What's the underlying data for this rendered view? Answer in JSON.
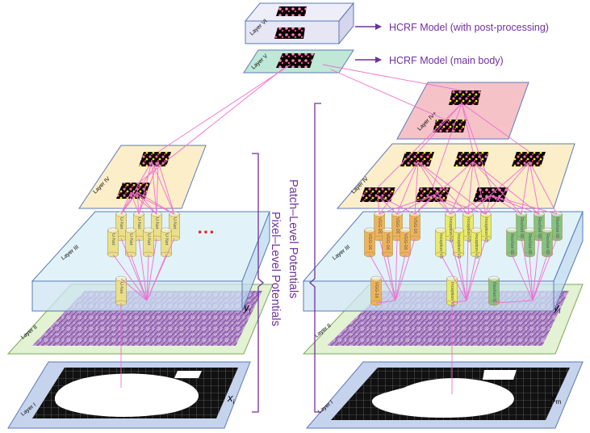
{
  "header": {
    "model_post": "HCRF Model (with post-processing)",
    "model_main": "HCRF Model (main body)"
  },
  "layers": {
    "vi": "Layer VI",
    "v": "Layer V",
    "iv_plus": "Layer IV+",
    "iv": "Layer IV",
    "iii": "Layer III",
    "ii": "Layer II",
    "i": "Layer I"
  },
  "side_labels": {
    "patch": "Patch–Level Potentials",
    "pixel": "Pixel–Level Potentials"
  },
  "variables": {
    "yi": "y",
    "yi_sub": "i",
    "xi": "x",
    "xi_sub": "i",
    "xm": "x",
    "xm_sub": "m"
  },
  "networks": {
    "unet": "U-Net",
    "vgg16": "VGG-16",
    "inception": "Inception-V3",
    "resnet": "ResNet-50"
  },
  "ellipsis": "⋯",
  "colors": {
    "arrow": "#7030a0",
    "line": "#f06fd0",
    "layer_vi": "#e6e6f5",
    "layer_v": "#bfe8d6",
    "layer_iv_plus": "#f5c2c8",
    "layer_iv": "#fbeec9",
    "layer_iii": "#d6ecf6",
    "layer_ii": "#e3f2d2",
    "layer_i": "#c6d3ec",
    "unet": "#ebe08a",
    "vgg16": "#eeb35a",
    "inception": "#e8ea6a",
    "resnet": "#86c281"
  }
}
